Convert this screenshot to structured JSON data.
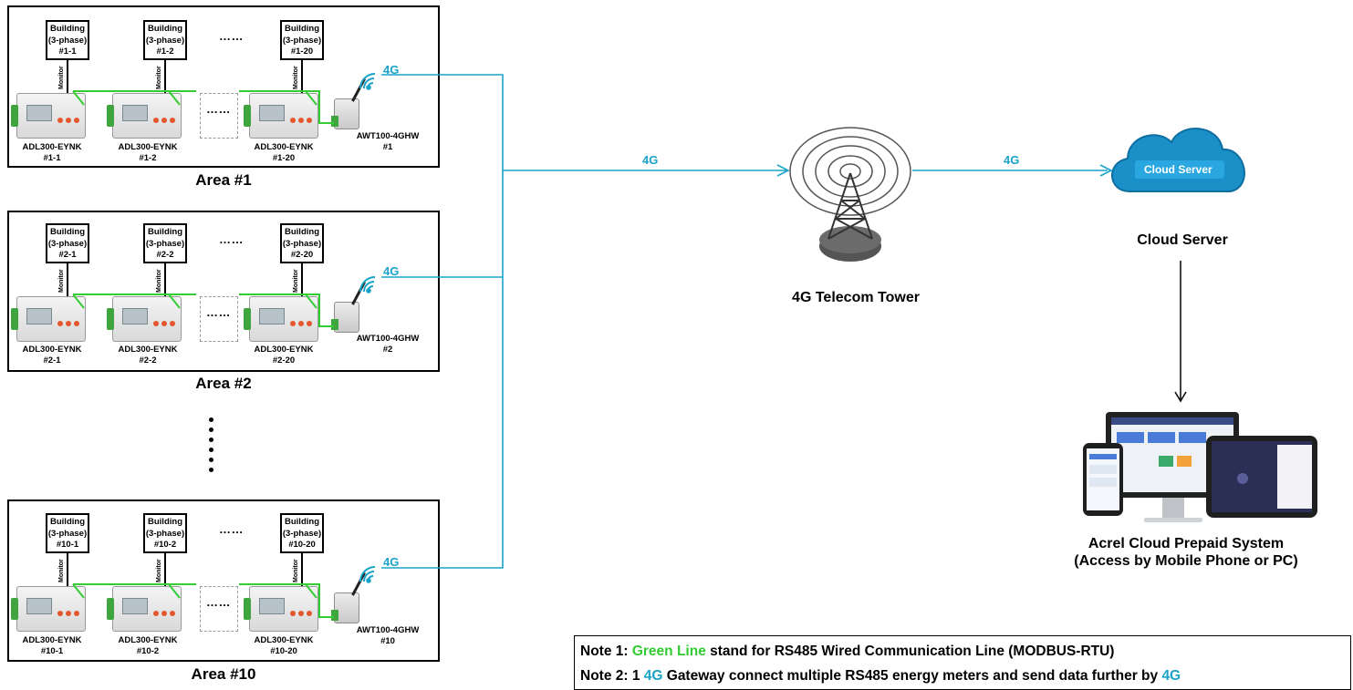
{
  "areas": [
    {
      "label": "Area #1",
      "buildings": [
        {
          "line1": "Building",
          "line2": "(3-phase)",
          "line3": "#1-1"
        },
        {
          "line1": "Building",
          "line2": "(3-phase)",
          "line3": "#1-2"
        },
        {
          "line1": "Building",
          "line2": "(3-phase)",
          "line3": "#1-20"
        }
      ],
      "meters": [
        {
          "model": "ADL300-EYNK",
          "id": "#1-1"
        },
        {
          "model": "ADL300-EYNK",
          "id": "#1-2"
        },
        {
          "model": "ADL300-EYNK",
          "id": "#1-20"
        }
      ],
      "gateway": {
        "model": "AWT100-4GHW",
        "id": "#1"
      }
    },
    {
      "label": "Area #2",
      "buildings": [
        {
          "line1": "Building",
          "line2": "(3-phase)",
          "line3": "#2-1"
        },
        {
          "line1": "Building",
          "line2": "(3-phase)",
          "line3": "#2-2"
        },
        {
          "line1": "Building",
          "line2": "(3-phase)",
          "line3": "#2-20"
        }
      ],
      "meters": [
        {
          "model": "ADL300-EYNK",
          "id": "#2-1"
        },
        {
          "model": "ADL300-EYNK",
          "id": "#2-2"
        },
        {
          "model": "ADL300-EYNK",
          "id": "#2-20"
        }
      ],
      "gateway": {
        "model": "AWT100-4GHW",
        "id": "#2"
      }
    },
    {
      "label": "Area #10",
      "buildings": [
        {
          "line1": "Building",
          "line2": "(3-phase)",
          "line3": "#10-1"
        },
        {
          "line1": "Building",
          "line2": "(3-phase)",
          "line3": "#10-2"
        },
        {
          "line1": "Building",
          "line2": "(3-phase)",
          "line3": "#10-20"
        }
      ],
      "meters": [
        {
          "model": "ADL300-EYNK",
          "id": "#10-1"
        },
        {
          "model": "ADL300-EYNK",
          "id": "#10-2"
        },
        {
          "model": "ADL300-EYNK",
          "id": "#10-20"
        }
      ],
      "gateway": {
        "model": "AWT100-4GHW",
        "id": "#10"
      }
    }
  ],
  "monitor_label": "Monitor",
  "ellipsis": "……",
  "signal_label": "4G",
  "tower": {
    "label": "4G Telecom Tower"
  },
  "link_labels": {
    "to_tower": "4G",
    "to_cloud": "4G"
  },
  "cloud": {
    "badge": "Cloud Server",
    "label": "Cloud Server"
  },
  "system": {
    "line1": "Acrel Cloud Prepaid System",
    "line2": "(Access by Mobile Phone or PC)"
  },
  "notes": {
    "note1_prefix": "Note 1: ",
    "note1_highlight": "Green Line",
    "note1_rest": " stand for RS485 Wired Communication Line (MODBUS-RTU)",
    "note2_prefix": "Note 2: 1 ",
    "note2_highlight": "4G",
    "note2_rest": " Gateway connect multiple RS485 energy meters and send data further by ",
    "note2_highlight2": "4G"
  },
  "colors": {
    "rs485": "#33cc33",
    "cellular": "#1aa3c8",
    "border": "#000000"
  }
}
